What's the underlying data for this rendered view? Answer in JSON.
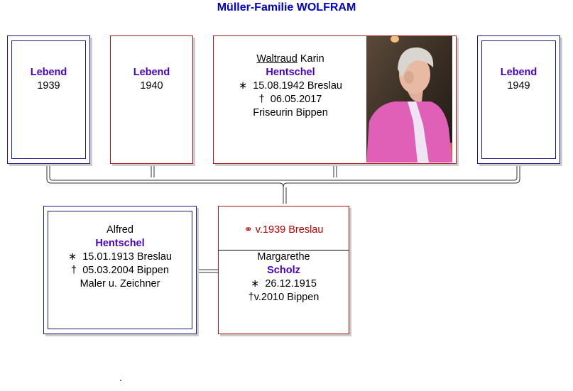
{
  "title": "Müller-Familie WOLFRAM",
  "children": [
    {
      "status": "Lebend",
      "year": "1939"
    },
    {
      "status": "Lebend",
      "year": "1940"
    },
    {
      "first_name": "Waltraud",
      "middle_name": "Karin",
      "surname": "Hentschel",
      "birth_symbol": "∗",
      "birth": "15.08.1942 Breslau",
      "death_symbol": "†",
      "death": "06.05.2017",
      "occupation": "Friseurin Bippen"
    },
    {
      "status": "Lebend",
      "year": "1949"
    }
  ],
  "father": {
    "first_name": "Alfred",
    "surname": "Hentschel",
    "birth_symbol": "∗",
    "birth": "15.01.1913 Breslau",
    "death_symbol": "†",
    "death": "05.03.2004 Bippen",
    "occupation": "Maler u. Zeichner"
  },
  "mother": {
    "marriage_symbol": "⚭",
    "marriage": "v.1939 Breslau",
    "first_name": "Margarethe",
    "surname": "Scholz",
    "birth_symbol": "∗",
    "birth": "26.12.1915",
    "death_symbol": "†",
    "death": "v.2010 Bippen"
  },
  "footer_mark": "."
}
